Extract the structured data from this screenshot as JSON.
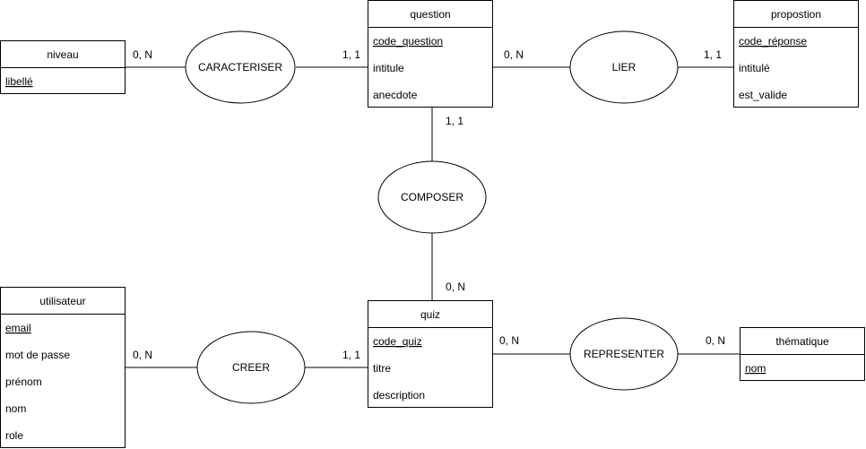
{
  "colors": {
    "stroke": "#000000",
    "fill": "#ffffff",
    "text": "#000000"
  },
  "entities": {
    "niveau": {
      "title": "niveau",
      "attributes": [
        {
          "text": "libellé",
          "key": true
        }
      ]
    },
    "question": {
      "title": "question",
      "attributes": [
        {
          "text": "code_question",
          "key": true
        },
        {
          "text": "intitule",
          "key": false
        },
        {
          "text": "anecdote",
          "key": false
        }
      ]
    },
    "propostion": {
      "title": "propostion",
      "attributes": [
        {
          "text": "code_réponse",
          "key": true
        },
        {
          "text": "intitulé",
          "key": false
        },
        {
          "text": "est_valide",
          "key": false
        }
      ]
    },
    "utilisateur": {
      "title": "utilisateur",
      "attributes": [
        {
          "text": "email",
          "key": true
        },
        {
          "text": "mot de passe",
          "key": false
        },
        {
          "text": "prénom",
          "key": false
        },
        {
          "text": "nom",
          "key": false
        },
        {
          "text": "role",
          "key": false
        }
      ]
    },
    "quiz": {
      "title": "quiz",
      "attributes": [
        {
          "text": "code_quiz",
          "key": true
        },
        {
          "text": "titre",
          "key": false
        },
        {
          "text": "description",
          "key": false
        }
      ]
    },
    "thematique": {
      "title": "thématique",
      "attributes": [
        {
          "text": "nom",
          "key": true
        }
      ]
    }
  },
  "relationships": {
    "caracteriser": "CARACTERISER",
    "lier": "LIER",
    "composer": "COMPOSER",
    "creer": "CREER",
    "representer": "REPRESENTER"
  },
  "cardinalities": {
    "niveau_caracteriser": "0, N",
    "question_caracteriser": "1, 1",
    "question_lier": "0, N",
    "propostion_lier": "1, 1",
    "question_composer": "1, 1",
    "quiz_composer": "0, N",
    "utilisateur_creer": "0, N",
    "quiz_creer": "1, 1",
    "quiz_representer": "0, N",
    "thematique_representer": "0, N"
  }
}
